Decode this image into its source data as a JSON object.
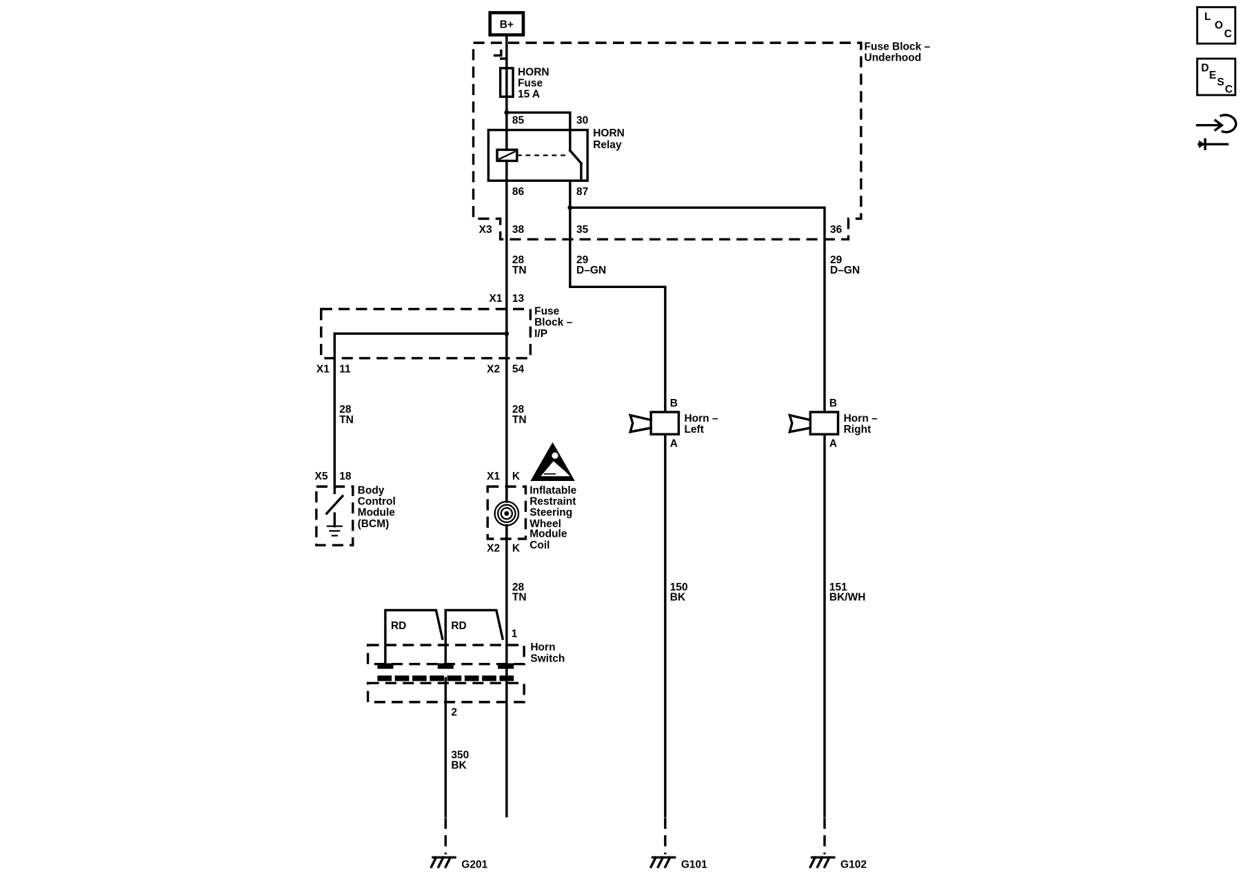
{
  "power": {
    "b_plus": "B+"
  },
  "fuse_block_underhood": {
    "title_1": "Fuse Block –",
    "title_2": "Underhood",
    "fuse_1": "HORN",
    "fuse_2": "Fuse",
    "fuse_3": "15 A",
    "relay_1": "HORN",
    "relay_2": "Relay",
    "pin_85": "85",
    "pin_30": "30",
    "pin_86": "86",
    "pin_87": "87",
    "conn_x3": "X3",
    "pin_38": "38",
    "pin_35": "35",
    "pin_36": "36"
  },
  "wires": {
    "w28_tn_top_num": "28",
    "w28_tn_top_col": "TN",
    "w29_left_num": "29",
    "w29_left_col": "D–GN",
    "w29_right_num": "29",
    "w29_right_col": "D–GN",
    "w28_bcm_num": "28",
    "w28_bcm_col": "TN",
    "w28_mid_num": "28",
    "w28_mid_col": "TN",
    "w28_low_num": "28",
    "w28_low_col": "TN",
    "w150_num": "150",
    "w150_col": "BK",
    "w151_num": "151",
    "w151_col": "BK/WH",
    "w350_num": "350",
    "w350_col": "BK"
  },
  "fuse_block_ip": {
    "title_1": "Fuse",
    "title_2": "Block –",
    "title_3": "I/P",
    "x1": "X1",
    "pin_13": "13",
    "x1_b": "X1",
    "pin_11": "11",
    "x2": "X2",
    "pin_54": "54"
  },
  "bcm": {
    "x5": "X5",
    "pin_18": "18",
    "l1": "Body",
    "l2": "Control",
    "l3": "Module",
    "l4": "(BCM)"
  },
  "airbag_coil": {
    "x1": "X1",
    "pin_k_top": "K",
    "x2": "X2",
    "pin_k_bot": "K",
    "l1": "Inflatable",
    "l2": "Restraint",
    "l3": "Steering",
    "l4": "Wheel",
    "l5": "Module",
    "l6": "Coil"
  },
  "horn_switch": {
    "rd_1": "RD",
    "rd_2": "RD",
    "pin_1": "1",
    "pin_2": "2",
    "l1": "Horn",
    "l2": "Switch"
  },
  "horn_left": {
    "pin_b": "B",
    "pin_a": "A",
    "l1": "Horn –",
    "l2": "Left"
  },
  "horn_right": {
    "pin_b": "B",
    "pin_a": "A",
    "l1": "Horn –",
    "l2": "Right"
  },
  "grounds": {
    "g201": "G201",
    "g101": "G101",
    "g102": "G102"
  },
  "side_buttons": {
    "loc": [
      "L",
      "O",
      "C"
    ],
    "desc": [
      "D",
      "E",
      "S",
      "C"
    ],
    "icon_name": "connector-wrench-icon"
  }
}
